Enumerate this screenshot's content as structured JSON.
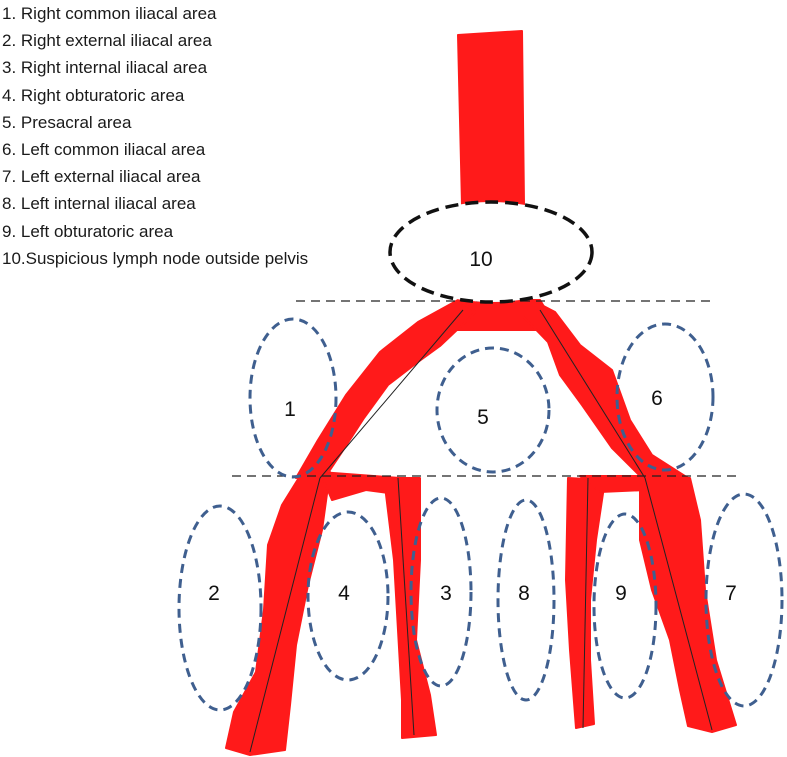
{
  "legend": [
    "1.  Right common iliacal area",
    "2.  Right external iliacal area",
    "3.  Right internal iliacal area",
    "4.  Right obturatoric area",
    "5.  Presacral area",
    "6.  Left common iliacal area",
    "7.  Left external iliacal area",
    "8.  Left internal iliacal area",
    "9.  Left obturatoric area",
    "10.Suspicious lymph node outside pelvis"
  ],
  "zones": {
    "z1": "1",
    "z2": "2",
    "z3": "3",
    "z4": "4",
    "z5": "5",
    "z6": "6",
    "z7": "7",
    "z8": "8",
    "z9": "9",
    "z10": "10"
  },
  "colors": {
    "vessel": "#ff1a1a",
    "zone_outline": "#3f5f8f",
    "zone10_outline": "#111111",
    "divider": "#222222"
  }
}
